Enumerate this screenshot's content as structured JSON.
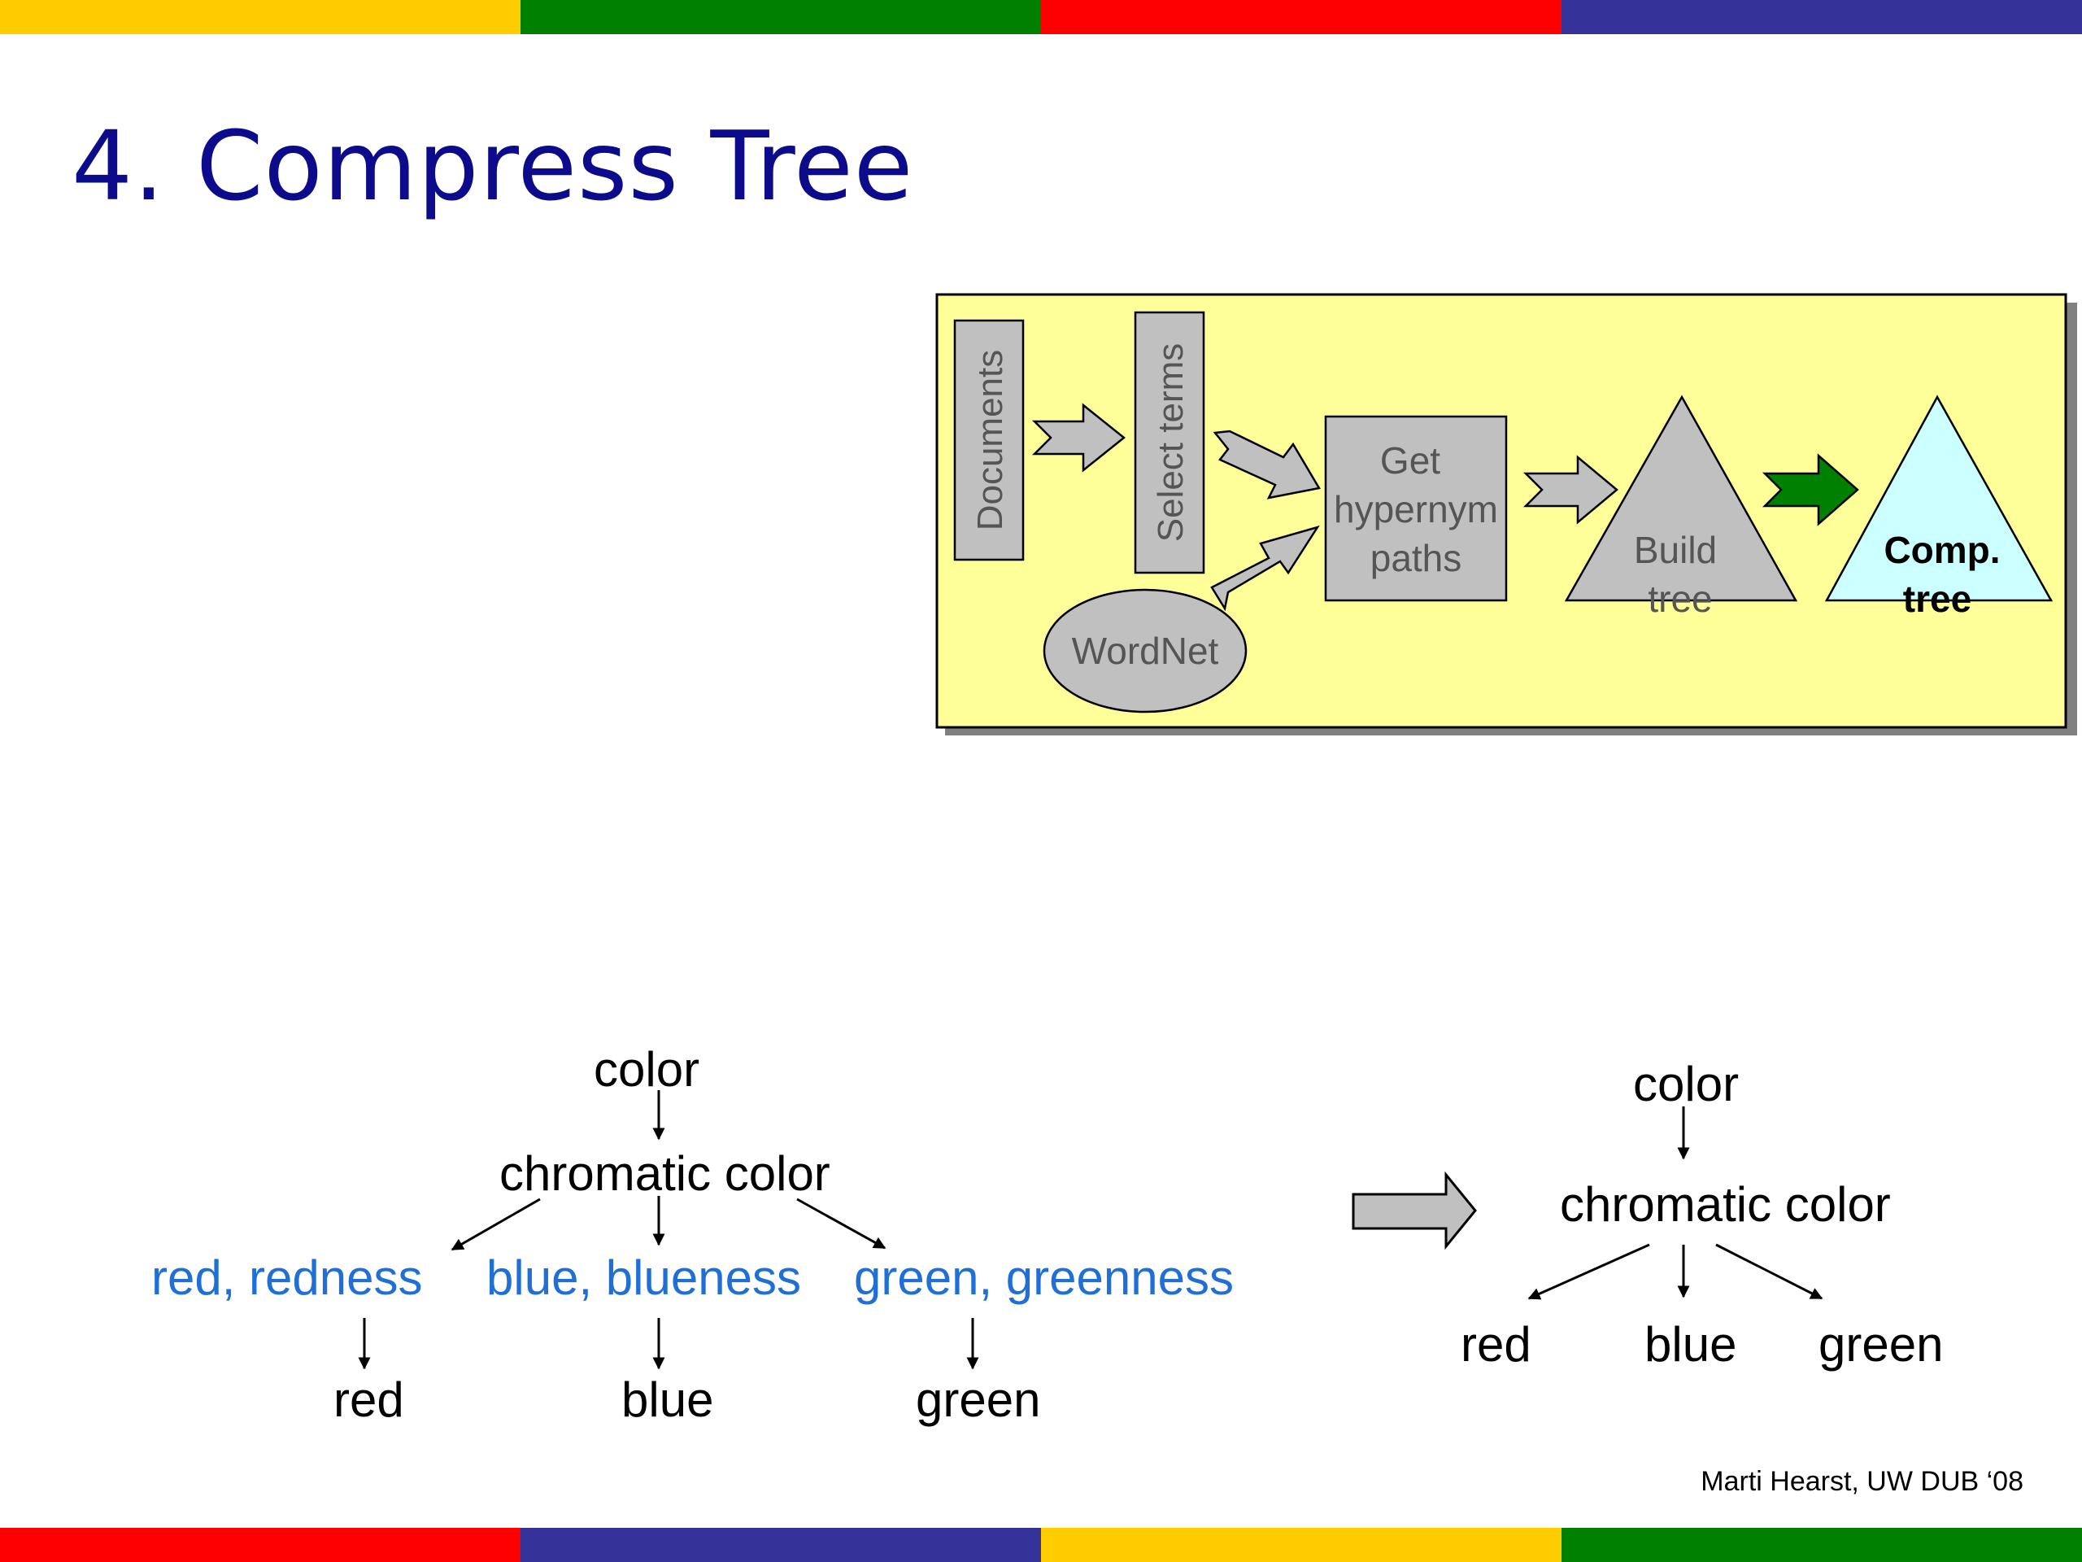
{
  "slide": {
    "title": "4. Compress Tree",
    "footer": "Marti Hearst, UW DUB ‘08",
    "band_colors_top": [
      "#ffcc00",
      "#008000",
      "#ff0000",
      "#333399"
    ],
    "band_colors_bottom": [
      "#ff0000",
      "#333399",
      "#ffcc00",
      "#008000"
    ],
    "title_color": "#0b0b8c"
  },
  "pipeline": {
    "background_color": "#ffff99",
    "step_fill": "#c0c0c0",
    "step_text_color": "#555555",
    "highlight_fill": "#ccffff",
    "active_arrow_color": "#008000",
    "documents": "Documents",
    "select_terms": "Select terms",
    "wordnet": "WordNet",
    "get_hypernym_paths": [
      "Get",
      "hypernym",
      "paths"
    ],
    "build_tree": [
      "Build",
      "tree"
    ],
    "comp_tree": [
      "Comp.",
      "tree"
    ]
  },
  "tree_before": {
    "root": "color",
    "child": "chromatic color",
    "synsets": [
      "red, redness",
      "blue, blueness",
      "green, greenness"
    ],
    "leaves": [
      "red",
      "blue",
      "green"
    ],
    "synset_color": "#1f6fd6"
  },
  "tree_after": {
    "root": "color",
    "child": "chromatic color",
    "leaves": [
      "red",
      "blue",
      "green"
    ]
  },
  "transform_arrow_icon": "right-arrow-icon"
}
